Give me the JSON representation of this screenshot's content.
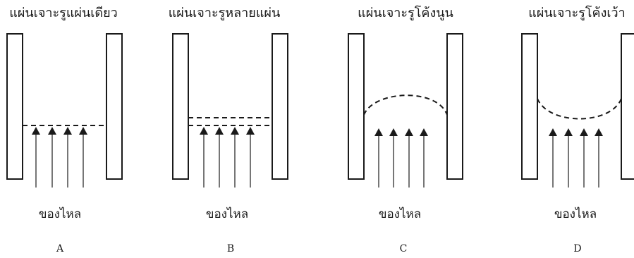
{
  "panels": [
    {
      "title": "แผ่นเจาะรูแผ่นเดียว",
      "flow_label": "ของไหล",
      "letter": "A",
      "plate_type": "single-flat"
    },
    {
      "title": "แผ่นเจาะรูหลายแผ่น",
      "flow_label": "ของไหล",
      "letter": "B",
      "plate_type": "multiple-flat"
    },
    {
      "title": "แผ่นเจาะรูโค้งนูน",
      "flow_label": "ของไหล",
      "letter": "C",
      "plate_type": "convex-curved"
    },
    {
      "title": "แผ่นเจาะรูโค้งเว้า",
      "flow_label": "ของไหล",
      "letter": "D",
      "plate_type": "concave-curved"
    }
  ]
}
